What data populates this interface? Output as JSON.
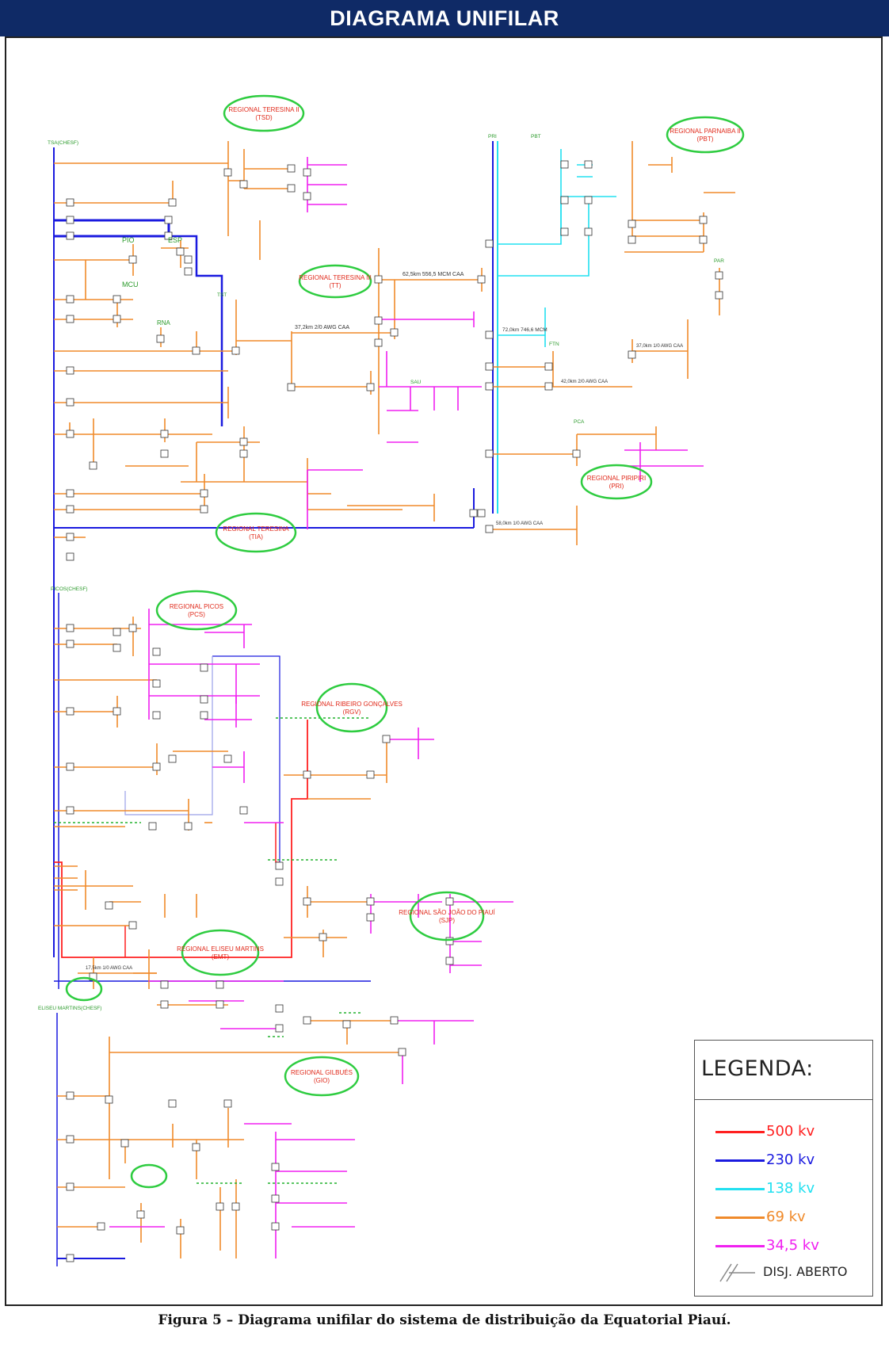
{
  "header": {
    "title": "DIAGRAMA UNIFILAR"
  },
  "caption": "Figura 5 – Diagrama unifilar do sistema de distribuição da Equatorial Piauí.",
  "legend": {
    "title": "LEGENDA:",
    "items": [
      {
        "label": "500 kv",
        "color": "#ff2020"
      },
      {
        "label": "230 kv",
        "color": "#1a1adf"
      },
      {
        "label": "138 kv",
        "color": "#22e0f0"
      },
      {
        "label": "69 kv",
        "color": "#f08a2a"
      },
      {
        "label": "34,5 kv",
        "color": "#f020f0"
      }
    ],
    "open_breaker": "DISJ. ABERTO"
  },
  "regions": [
    {
      "line1": "REGIONAL TERESINA II",
      "line2": "(TSD)"
    },
    {
      "line1": "REGIONAL TERESINA III",
      "line2": "(TT)"
    },
    {
      "line1": "REGIONAL PARNAIBA II",
      "line2": "(PBT)"
    },
    {
      "line1": "REGIONAL PIRIPIRI",
      "line2": "(PRI)"
    },
    {
      "line1": "REGIONAL TERESINA",
      "line2": "(TIA)"
    },
    {
      "line1": "REGIONAL PICOS",
      "line2": "(PCS)"
    },
    {
      "line1": "REGIONAL RIBEIRO GONÇALVES",
      "line2": "(RGV)"
    },
    {
      "line1": "REGIONAL SÃO JOÃO DO PIAUÍ",
      "line2": "(SJP)"
    },
    {
      "line1": "REGIONAL ELISEU MARTINS",
      "line2": "(EMT)"
    },
    {
      "line1": "REGIONAL GILBUÉS",
      "line2": "(GIO)"
    }
  ],
  "line_labels": {
    "l1": "62,5km 556,5 MCM CAA",
    "l2": "37,2km 2/0 AWG CAA",
    "l3": "72,0km 746,6 MCM",
    "l4": "42,0km 2/0 AWG CAA",
    "l5": "37,0km 1/0 AWG CAA",
    "l6": "17,5km 1/0 AWG CAA",
    "l7": "58,0km 1/0 AWG CAA"
  },
  "bus_labels": {
    "tsa": "TSA(CHESF)",
    "pcs": "PICOS(CHESF)",
    "elm": "ELISEU MARTINS(CHESF)",
    "pri": "PRI",
    "tst": "TST",
    "pio": "PIO",
    "mcu": "MCU",
    "esp": "ESP",
    "rna": "RNA",
    "par": "PAR",
    "pbt": "PBT",
    "sau": "SAU",
    "ftn": "FTN",
    "pca": "PCA"
  }
}
